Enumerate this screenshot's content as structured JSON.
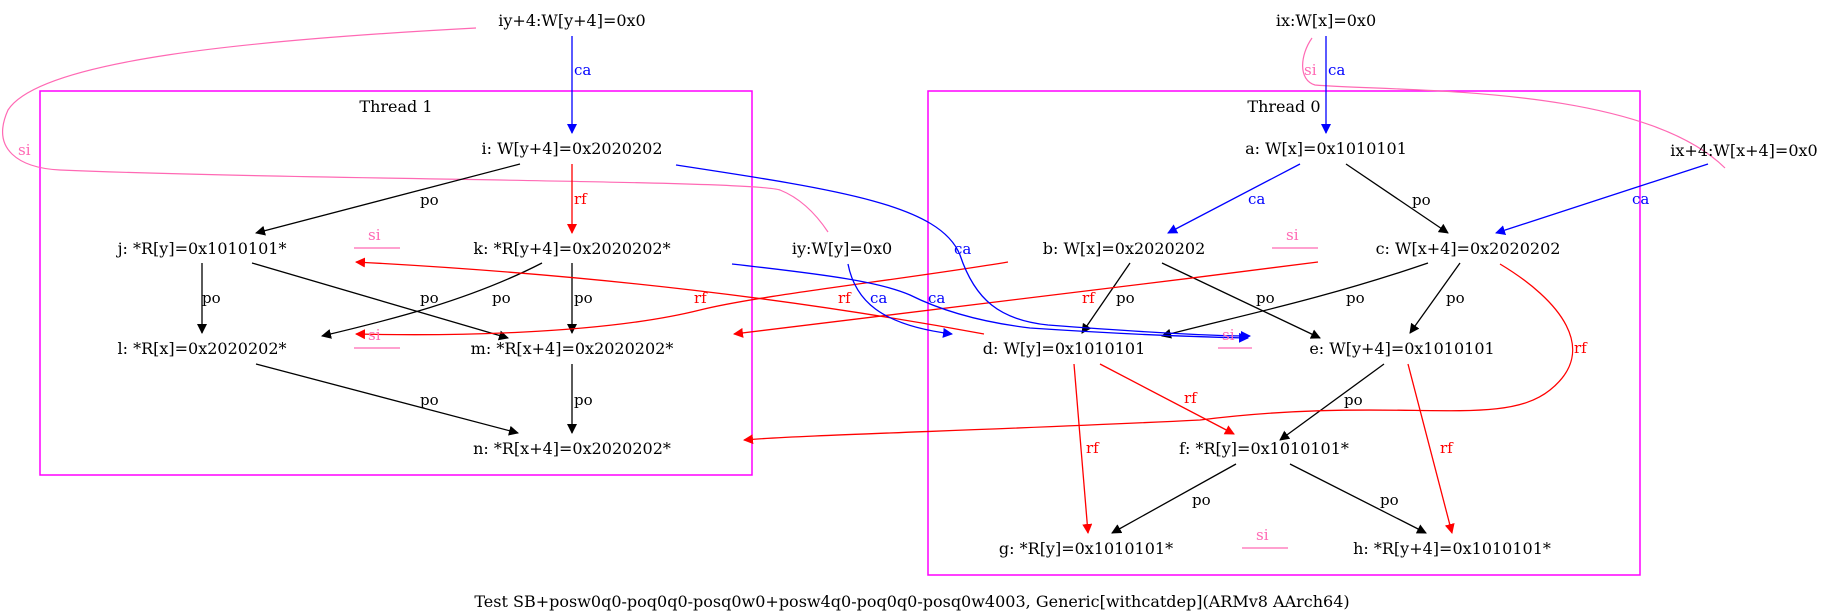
{
  "caption": "Test SB+posw0q0-poq0q0-posq0w0+posw4q0-poq0q0-posq0w4003, Generic[withcatdep](ARMv8 AArch64)",
  "clusters": {
    "thread1": "Thread 1",
    "thread0": "Thread 0"
  },
  "colors": {
    "po": "#000000",
    "rf": "#ff0000",
    "ca": "#0000ff",
    "si": "#ff69b4",
    "cluster": "#ff00ff"
  },
  "nodes": {
    "iy4init": "iy+4:W[y+4]=0x0",
    "ixinit": "ix:W[x]=0x0",
    "ix4init": "ix+4:W[x+4]=0x0",
    "iyinit": "iy:W[y]=0x0",
    "i": "i: W[y+4]=0x2020202",
    "j": "j: *R[y]=0x1010101*",
    "k": "k: *R[y+4]=0x2020202*",
    "l": "l: *R[x]=0x2020202*",
    "m": "m: *R[x+4]=0x2020202*",
    "n": "n: *R[x+4]=0x2020202*",
    "a": "a: W[x]=0x1010101",
    "b": "b: W[x]=0x2020202",
    "c": "c: W[x+4]=0x2020202",
    "d": "d: W[y]=0x1010101",
    "e": "e: W[y+4]=0x1010101",
    "f": "f: *R[y]=0x1010101*",
    "g": "g: *R[y]=0x1010101*",
    "h": "h: *R[y+4]=0x1010101*"
  },
  "edge_labels": {
    "po": "po",
    "rf": "rf",
    "ca": "ca",
    "si": "si"
  }
}
